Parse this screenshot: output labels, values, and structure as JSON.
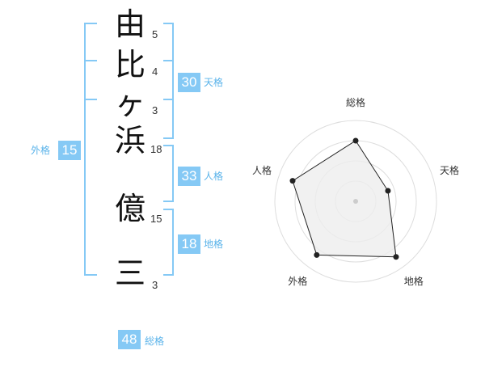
{
  "name": {
    "chars": [
      "由",
      "比",
      "ヶ",
      "浜",
      "億",
      "三"
    ],
    "strokes": [
      "5",
      "4",
      "3",
      "18",
      "15",
      "3"
    ]
  },
  "badges": {
    "tenkaku": {
      "value": "30",
      "label": "天格"
    },
    "jinkaku": {
      "value": "33",
      "label": "人格"
    },
    "chikaku": {
      "value": "18",
      "label": "地格"
    },
    "gaikaku": {
      "value": "15",
      "label": "外格"
    },
    "soukaku": {
      "value": "48",
      "label": "総格"
    }
  },
  "chart_data": {
    "type": "radar",
    "axes": [
      "総格",
      "天格",
      "地格",
      "外格",
      "人格"
    ],
    "values": [
      0.75,
      0.42,
      0.85,
      0.82,
      0.82
    ],
    "range": [
      0,
      1
    ],
    "rings": 4,
    "colors": {
      "fill": "#eeeeee",
      "line": "#222222",
      "point": "#222222",
      "grid": "#dddddd"
    }
  }
}
